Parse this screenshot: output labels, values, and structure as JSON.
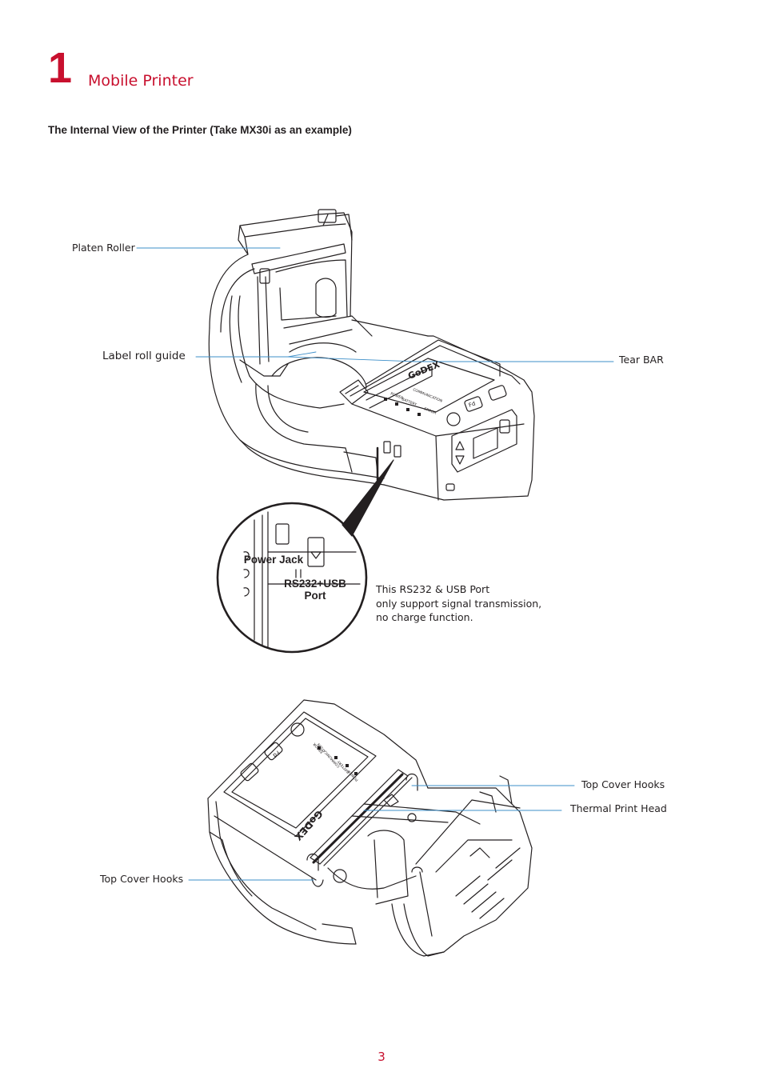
{
  "chapter": {
    "number": "1",
    "title": "Mobile Printer"
  },
  "section_title": "The Internal View of the Printer (Take MX30i as an example)",
  "figure_top": {
    "callouts": {
      "platen_roller": "Platen Roller",
      "label_roll_guide": "Label roll guide",
      "tear_bar": "Tear BAR"
    },
    "zoom": {
      "power_jack": "Power Jack",
      "rs232_usb_line1": "RS232+USB",
      "rs232_usb_line2": "Port"
    },
    "note": {
      "line1": "This RS232 & USB Port",
      "line2": "only support signal transmission,",
      "line3": "no charge function."
    },
    "panel": {
      "brand": "GoDEX",
      "led_power": "POWER",
      "led_battery": "BATTERY",
      "led_communication": "COMMUNICATION",
      "led_error": "ERROR",
      "feed_key": "Fd"
    }
  },
  "figure_bottom": {
    "callouts": {
      "top_cover_hooks_right": "Top Cover Hooks",
      "thermal_print_head": "Thermal Print Head",
      "top_cover_hooks_left": "Top Cover Hooks"
    },
    "panel": {
      "brand": "GoDEX",
      "led_power": "POWER",
      "led_battery": "BATTERY",
      "led_communication": "COMMUNICATION",
      "led_error": "ERROR",
      "feed_key": "Fd"
    }
  },
  "page_number": "3",
  "colors": {
    "accent": "#c8102e",
    "leader_line": "#3d8fc9",
    "line_art": "#231f20"
  }
}
